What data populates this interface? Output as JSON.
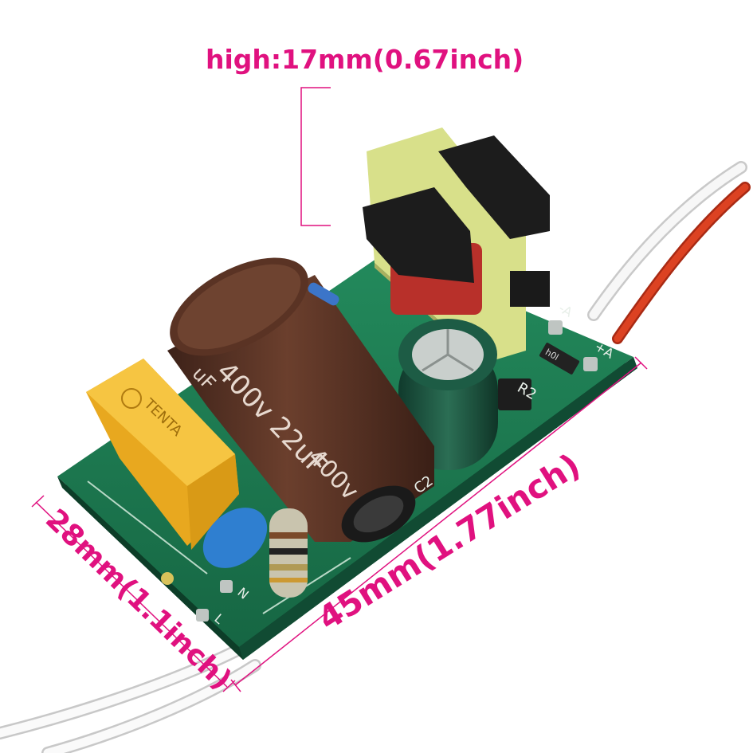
{
  "dimensions": {
    "height_label": "high:17mm(0.67inch)",
    "width_label": "28mm(1.1inch)",
    "length_label": "45mm(1.77inch)",
    "color": "#e0117f"
  },
  "board_markings": {
    "capacitor_main": "400v 22uF",
    "capacitor_main_repeat": "400v",
    "capacitor_main_prefix": "uF",
    "x_cap_brand": "TENTA",
    "small_cap_ref": "C2",
    "resistor_ref": "R2",
    "smd_code": "h0l",
    "pad_minus": "-A",
    "pad_plus": "+A",
    "pad_n": "N",
    "pad_l": "L"
  },
  "colors": {
    "pcb": "#1e7a52",
    "pcb_dark": "#14583a",
    "electrolytic_main": "#5a3324",
    "electrolytic_small": "#1f5a44",
    "x_cap": "#f2bb2a",
    "transformer_core": "#1c1c1c",
    "transformer_frame": "#d8e08a",
    "transformer_coil": "#b8302a",
    "wire_red": "#d73a1e",
    "wire_white": "#f5f5f5"
  }
}
